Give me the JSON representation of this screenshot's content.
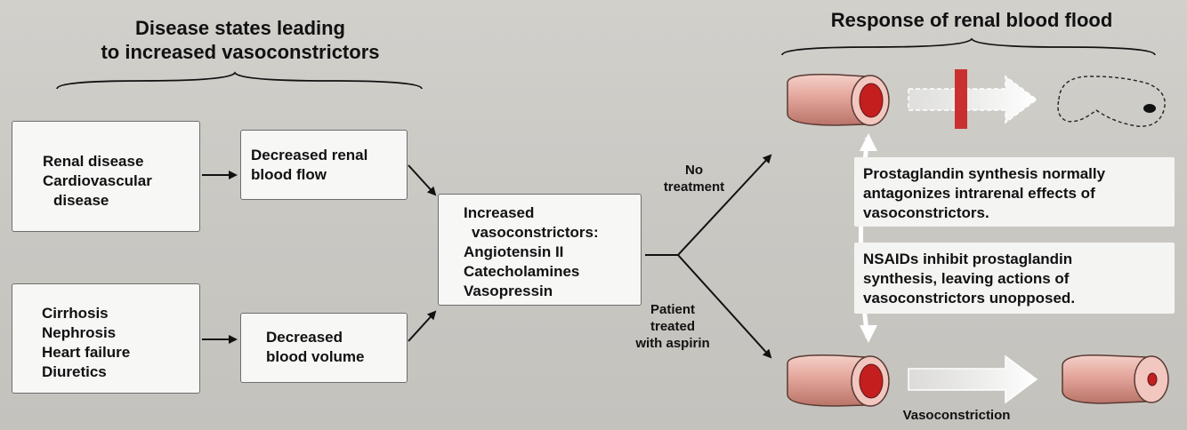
{
  "headings": {
    "left_line1": "Disease states leading",
    "left_line2": "to increased vasoconstrictors",
    "right": "Response of renal blood flood"
  },
  "boxes": {
    "renal_conditions": [
      "Renal disease",
      "Cardiovascular",
      "disease"
    ],
    "decreased_flow": [
      "Decreased renal",
      "blood flow"
    ],
    "liver_conditions": [
      "Cirrhosis",
      "Nephrosis",
      "Heart failure",
      "Diuretics"
    ],
    "decreased_volume": [
      "Decreased",
      "blood volume"
    ],
    "vasoconstrictors": [
      "Increased",
      "vasoconstrictors:",
      "Angiotensin II",
      "Catecholamines",
      "Vasopressin"
    ]
  },
  "notes": {
    "prostaglandin": [
      "Prostaglandin synthesis normally",
      "antagonizes intrarenal effects of",
      "vasoconstrictors."
    ],
    "nsaids": [
      "NSAIDs inhibit prostaglandin",
      "synthesis, leaving actions of",
      "vasoconstrictors unopposed."
    ]
  },
  "branch_labels": {
    "no_treatment": [
      "No",
      "treatment"
    ],
    "aspirin": [
      "Patient",
      "treated",
      "with aspirin"
    ]
  },
  "vasoconstriction_label": "Vasoconstriction",
  "colors": {
    "vessel_wall": "#e9b6ad",
    "lumen": "#c41e1e",
    "block_bar": "#c93030",
    "background": "#cbc9c4"
  }
}
